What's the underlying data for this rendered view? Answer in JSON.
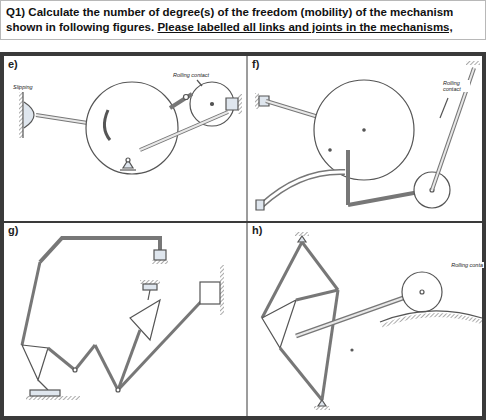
{
  "diagram": {
    "nodes": [
      {
        "text": [
          "Q1) Calculate the number of degree(s) of the freedom (mobility) of the mechanism shown in following figures.",
          "Please labelled all links and joints in the mechanisms,"
        ]
      }
    ],
    "labels": [
      "e)",
      "f)",
      "g)",
      "h)",
      "Rolling contact",
      "Slipping",
      "Rolling contact",
      "Rolling conta"
    ]
  }
}
